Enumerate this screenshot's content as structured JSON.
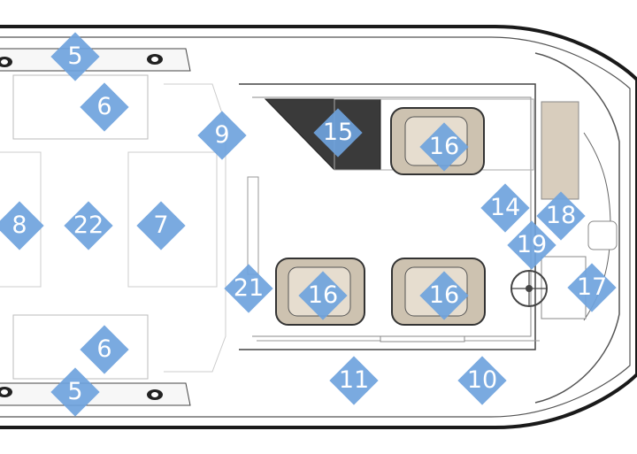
{
  "markers": [
    {
      "label": "5"
    },
    {
      "label": "6"
    },
    {
      "label": "9"
    },
    {
      "label": "15"
    },
    {
      "label": "16"
    },
    {
      "label": "8"
    },
    {
      "label": "22"
    },
    {
      "label": "7"
    },
    {
      "label": "14"
    },
    {
      "label": "18"
    },
    {
      "label": "19"
    },
    {
      "label": "21"
    },
    {
      "label": "16"
    },
    {
      "label": "16"
    },
    {
      "label": "17"
    },
    {
      "label": "6"
    },
    {
      "label": "5"
    },
    {
      "label": "11"
    },
    {
      "label": "10"
    }
  ],
  "colors": {
    "marker_fill": "#6fa3dd",
    "hull_outline": "#222222",
    "seat_fill": "#cdc2b0",
    "helm_pad_fill": "#d8cdbd",
    "dark_panel_fill": "#3a3a3a"
  }
}
